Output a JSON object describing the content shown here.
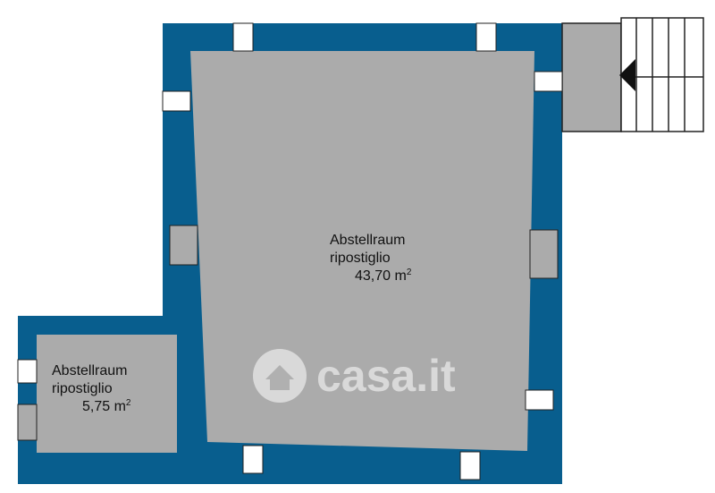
{
  "colors": {
    "wall": "#085e8e",
    "floor": "#ababab",
    "window": "#ffffff",
    "stair_line": "#222222",
    "background": "#ffffff"
  },
  "rooms": [
    {
      "id": "large",
      "label_de": "Abstellraum",
      "label_it": "ripostiglio",
      "area_value": "43,70 m",
      "area_sup": "2"
    },
    {
      "id": "small",
      "label_de": "Abstellraum",
      "label_it": "ripostiglio",
      "area_value": "5,75 m",
      "area_sup": "2"
    }
  ],
  "watermark": {
    "text": "casa.it",
    "icon": "house-icon"
  },
  "stairs": {
    "arrow_icon": "arrow-left-icon"
  }
}
